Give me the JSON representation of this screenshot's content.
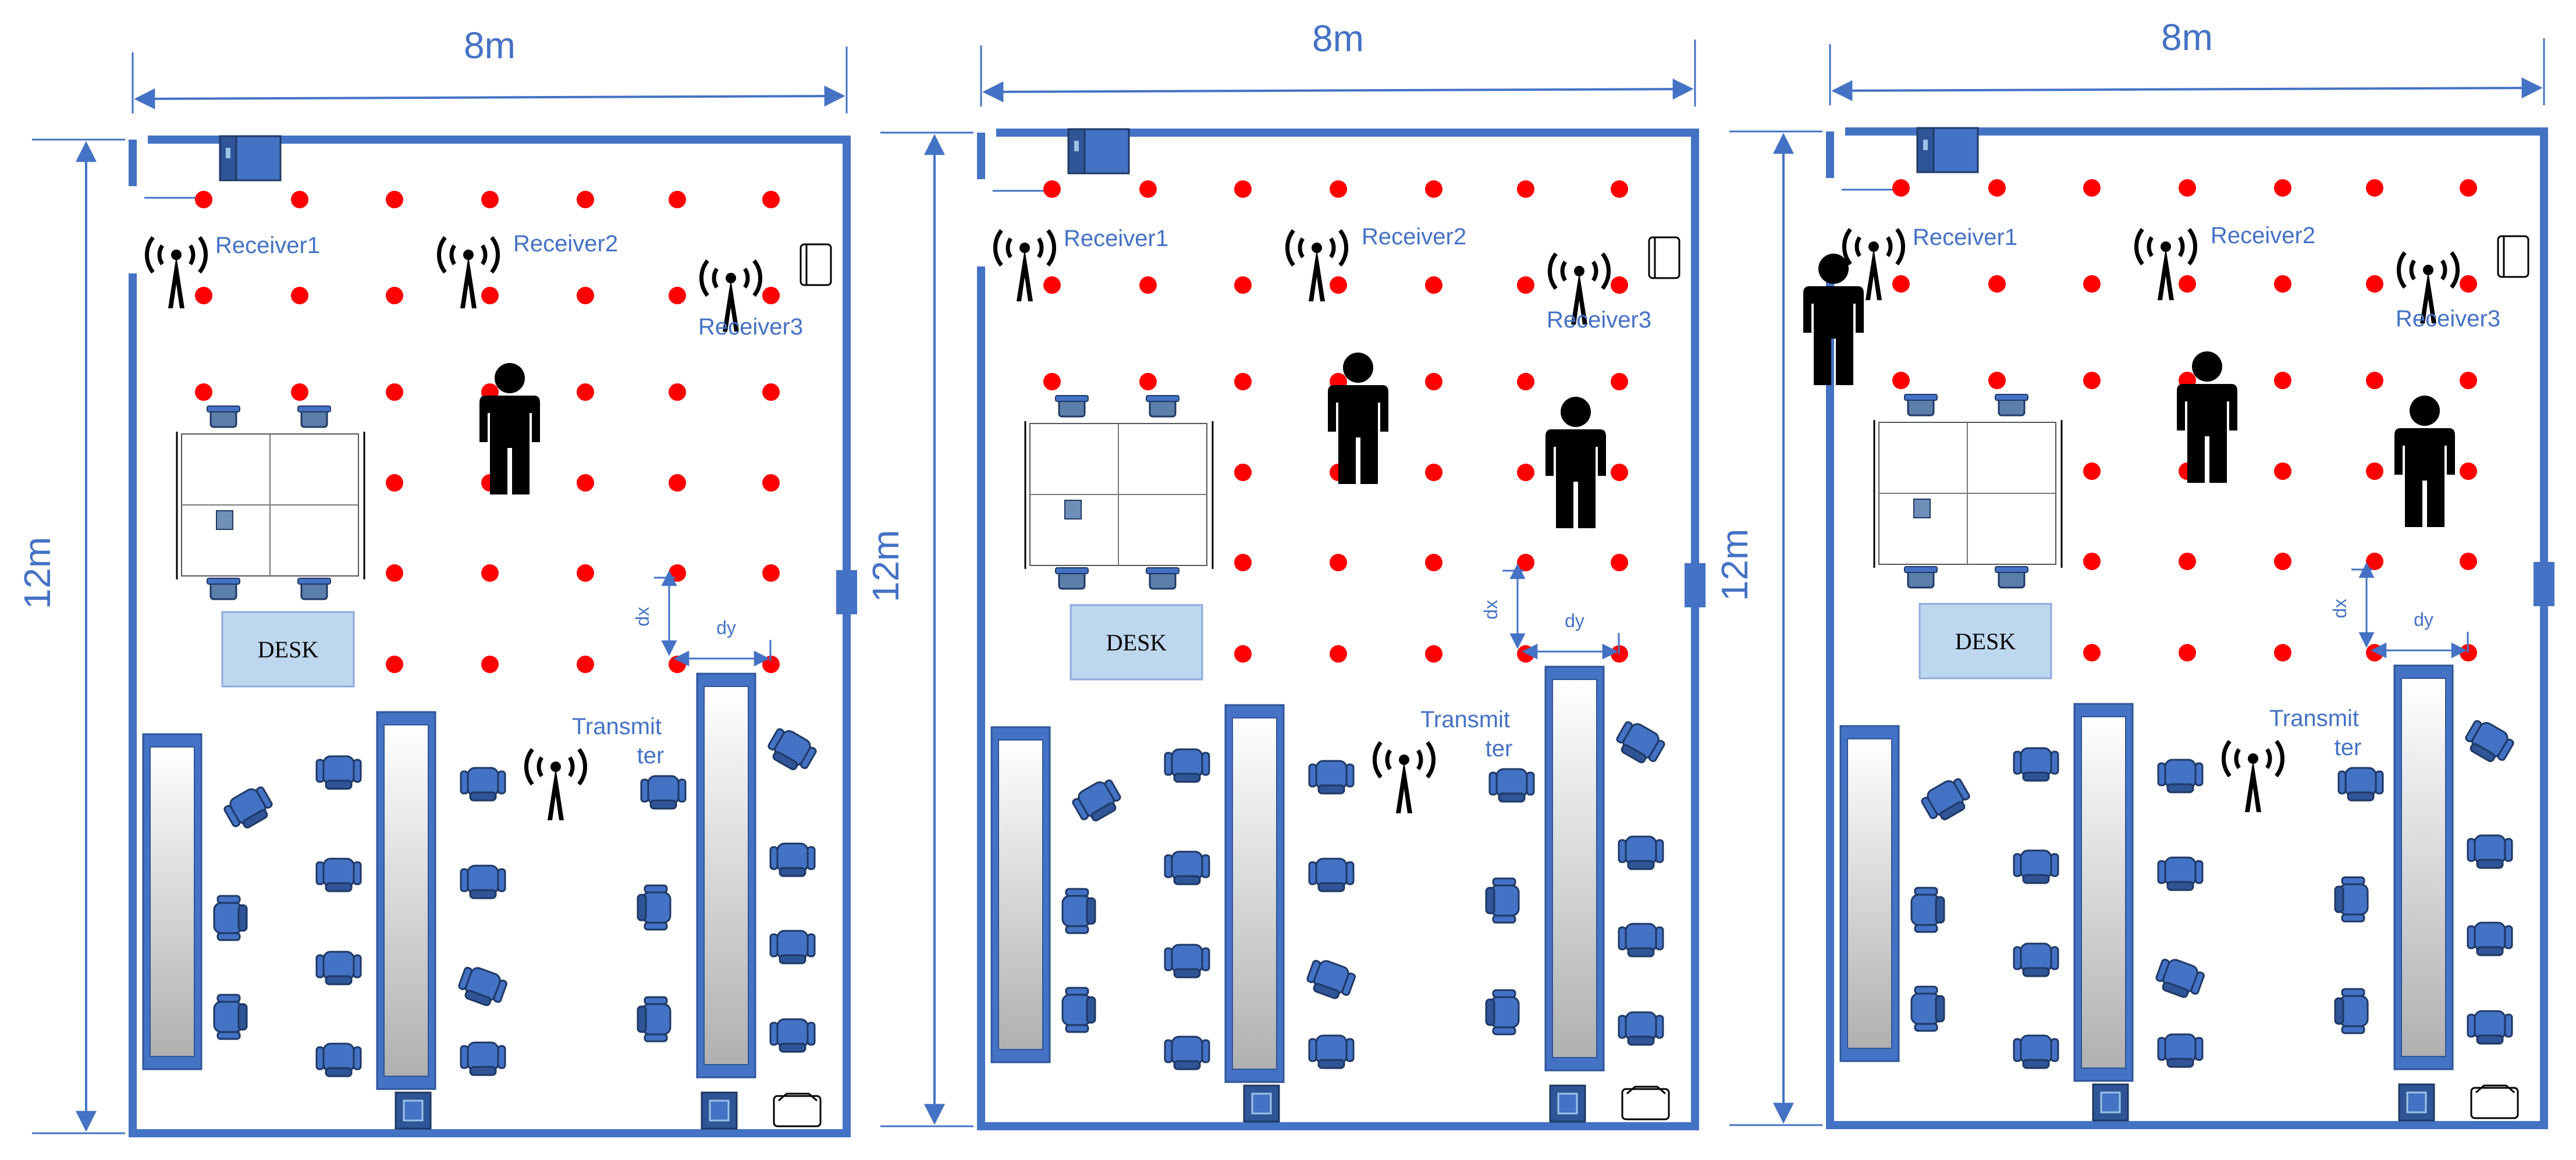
{
  "figure": {
    "panels": [
      {
        "id": "panel-1",
        "width_label": "8m",
        "height_label": "12m",
        "receivers": [
          "Receiver1",
          "Receiver2",
          "Receiver3"
        ],
        "transmitter_label_line1": "Transmit",
        "transmitter_label_line2": "ter",
        "desk_label": "DESK",
        "dx_label": "dx",
        "dy_label": "dy",
        "people_count": 1
      },
      {
        "id": "panel-2",
        "width_label": "8m",
        "height_label": "12m",
        "receivers": [
          "Receiver1",
          "Receiver2",
          "Receiver3"
        ],
        "transmitter_label_line1": "Transmit",
        "transmitter_label_line2": "ter",
        "desk_label": "DESK",
        "dx_label": "dx",
        "dy_label": "dy",
        "people_count": 2
      },
      {
        "id": "panel-3",
        "width_label": "8m",
        "height_label": "12m",
        "receivers": [
          "Receiver1",
          "Receiver2",
          "Receiver3"
        ],
        "transmitter_label_line1": "Transmit",
        "transmitter_label_line2": "ter",
        "desk_label": "DESK",
        "dx_label": "dx",
        "dy_label": "dy",
        "people_count": 3
      }
    ],
    "colors": {
      "wall": "#4472c4",
      "dimension": "#4472c4",
      "label_text": "#4472c4",
      "dot": "#ff0000",
      "chair": "#4472c4",
      "person": "#000000",
      "desk_fill": "#bdd7ee",
      "antenna": "#000000"
    },
    "icons": [
      "antenna-icon",
      "person-icon",
      "chair-icon",
      "door-icon",
      "desk-icon",
      "cabinet-icon",
      "printer-icon"
    ]
  }
}
